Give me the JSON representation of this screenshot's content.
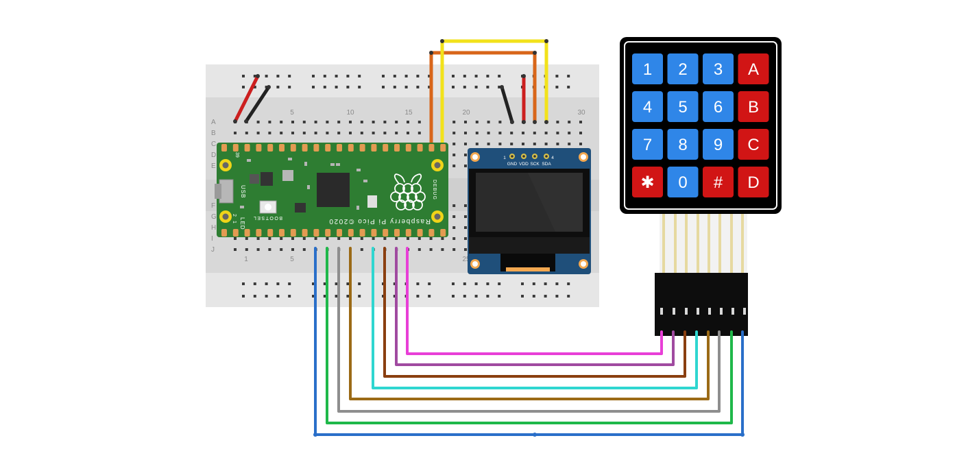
{
  "breadboard": {
    "row_letters_top": [
      "A",
      "B",
      "C",
      "D",
      "E"
    ],
    "row_letters_bottom": [
      "F",
      "G",
      "H",
      "I",
      "J"
    ],
    "column_numbers": [
      "1",
      "5",
      "10",
      "15",
      "20",
      "25",
      "30"
    ]
  },
  "pico": {
    "label_usb": "USB",
    "label_led": "LED",
    "label_bootsel": "BOOTSEL",
    "label_debug": "DEBUG",
    "label_brand": "Raspberry Pi Pico ©2020",
    "pin_top_left": "39",
    "pin_bottom_left_1": "1",
    "pin_bottom_left_2": "2"
  },
  "oled": {
    "pins": [
      "GND",
      "VDD",
      "SCK",
      "SDA"
    ],
    "pin_start": "1",
    "pin_end": "4"
  },
  "keypad": {
    "keys": [
      [
        "1",
        "2",
        "3",
        "A"
      ],
      [
        "4",
        "5",
        "6",
        "B"
      ],
      [
        "7",
        "8",
        "9",
        "C"
      ],
      [
        "✱",
        "0",
        "#",
        "D"
      ]
    ]
  },
  "colors": {
    "red": "#cc1f1f",
    "black": "#222222",
    "orange": "#d8661a",
    "yellow": "#f2e21b",
    "magenta": "#e83fd7",
    "purple": "#a04aa0",
    "brown": "#8a3f10",
    "cyan": "#2fd6d0",
    "olive": "#9b6a16",
    "gray": "#8e8e8e",
    "green": "#1fb84a",
    "blue": "#2a6fc9",
    "key_blue": "#2f86e8",
    "key_red": "#d11515",
    "pico_green": "#2e7d32"
  }
}
